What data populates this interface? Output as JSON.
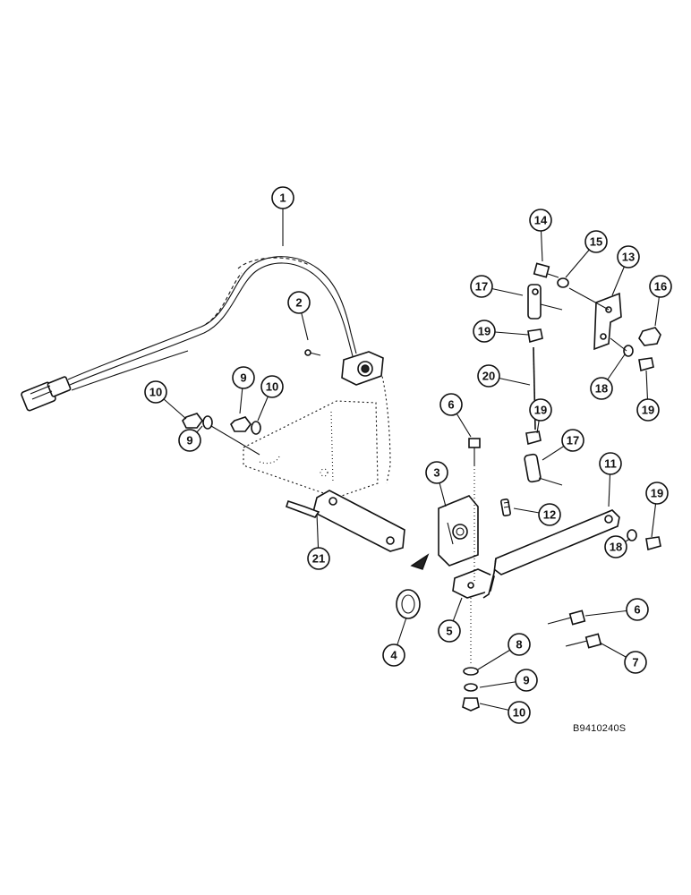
{
  "drawing_code": "B9410240S",
  "callouts": [
    {
      "label": "1"
    },
    {
      "label": "2"
    },
    {
      "label": "10"
    },
    {
      "label": "9"
    },
    {
      "label": "10"
    },
    {
      "label": "9"
    },
    {
      "label": "6"
    },
    {
      "label": "3"
    },
    {
      "label": "21"
    },
    {
      "label": "4"
    },
    {
      "label": "5"
    },
    {
      "label": "8"
    },
    {
      "label": "9"
    },
    {
      "label": "10"
    },
    {
      "label": "7"
    },
    {
      "label": "6"
    },
    {
      "label": "12"
    },
    {
      "label": "11"
    },
    {
      "label": "18"
    },
    {
      "label": "19"
    },
    {
      "label": "17"
    },
    {
      "label": "19"
    },
    {
      "label": "20"
    },
    {
      "label": "19"
    },
    {
      "label": "17"
    },
    {
      "label": "14"
    },
    {
      "label": "15"
    },
    {
      "label": "13"
    },
    {
      "label": "16"
    },
    {
      "label": "18"
    },
    {
      "label": "19"
    }
  ]
}
